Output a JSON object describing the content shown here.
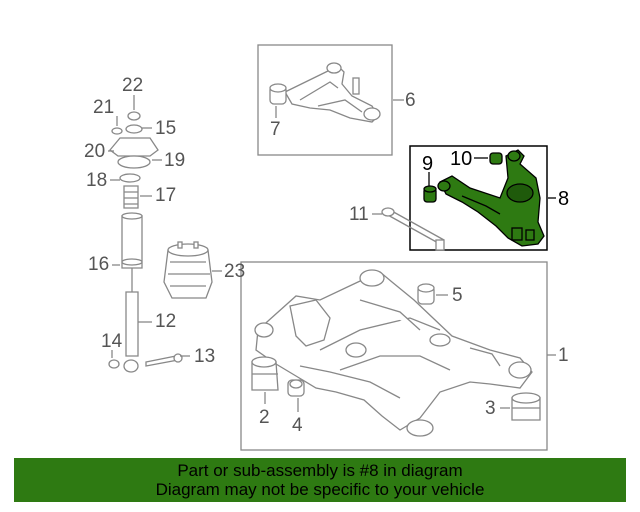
{
  "colors": {
    "line": "#888888",
    "highlight_fill": "#2e7a12",
    "highlight_stroke": "#000000",
    "footer_bg": "#2e7a12",
    "footer_text": "#000000"
  },
  "callouts": {
    "c1": "1",
    "c2": "2",
    "c3": "3",
    "c4": "4",
    "c5": "5",
    "c6": "6",
    "c7": "7",
    "c8": "8",
    "c9": "9",
    "c10": "10",
    "c11": "11",
    "c12": "12",
    "c13": "13",
    "c14": "14",
    "c15": "15",
    "c16": "16",
    "c17": "17",
    "c18": "18",
    "c19": "19",
    "c20": "20",
    "c21": "21",
    "c22": "22",
    "c23": "23"
  },
  "footer": {
    "line1": "Part or sub-assembly is #8 in diagram",
    "line2": "Diagram may not be specific to your vehicle"
  }
}
